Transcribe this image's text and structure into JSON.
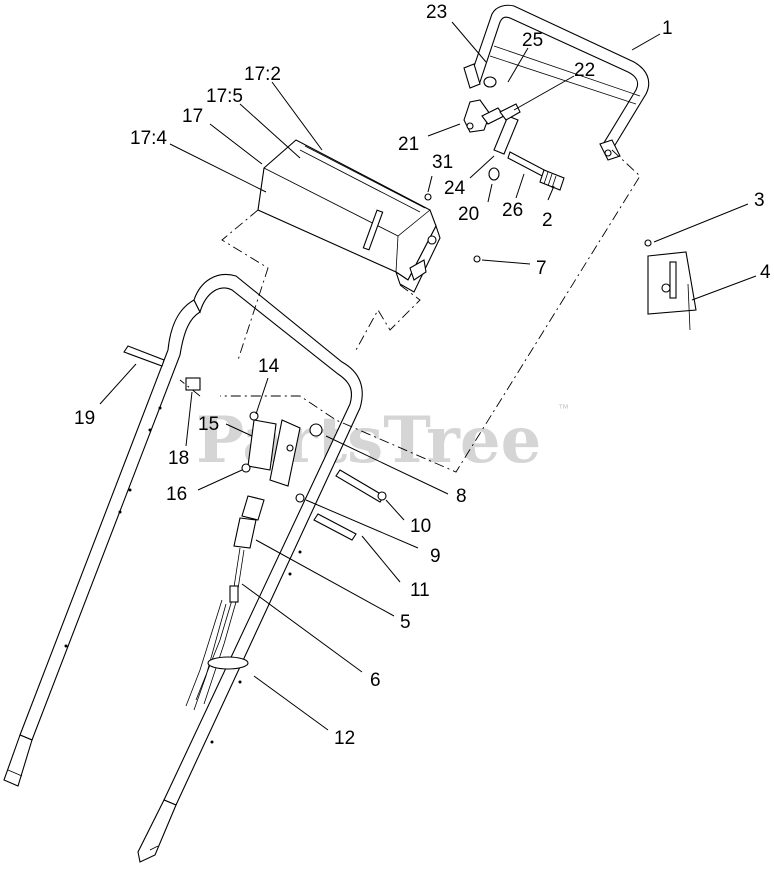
{
  "watermark": {
    "text": "PartsTree",
    "trademark": "™"
  },
  "callouts": [
    {
      "id": "c23",
      "label": "23"
    },
    {
      "id": "c25",
      "label": "25"
    },
    {
      "id": "c1",
      "label": "1"
    },
    {
      "id": "c22",
      "label": "22"
    },
    {
      "id": "c17-2",
      "label": "17:2"
    },
    {
      "id": "c17-5",
      "label": "17:5"
    },
    {
      "id": "c17",
      "label": "17"
    },
    {
      "id": "c17-4",
      "label": "17:4"
    },
    {
      "id": "c21",
      "label": "21"
    },
    {
      "id": "c31",
      "label": "31"
    },
    {
      "id": "c24",
      "label": "24"
    },
    {
      "id": "c20",
      "label": "20"
    },
    {
      "id": "c26",
      "label": "26"
    },
    {
      "id": "c2",
      "label": "2"
    },
    {
      "id": "c3",
      "label": "3"
    },
    {
      "id": "c7",
      "label": "7"
    },
    {
      "id": "c4",
      "label": "4"
    },
    {
      "id": "c14",
      "label": "14"
    },
    {
      "id": "c19",
      "label": "19"
    },
    {
      "id": "c15",
      "label": "15"
    },
    {
      "id": "c18",
      "label": "18"
    },
    {
      "id": "c16",
      "label": "16"
    },
    {
      "id": "c8",
      "label": "8"
    },
    {
      "id": "c10",
      "label": "10"
    },
    {
      "id": "c9",
      "label": "9"
    },
    {
      "id": "c11",
      "label": "11"
    },
    {
      "id": "c5",
      "label": "5"
    },
    {
      "id": "c6",
      "label": "6"
    },
    {
      "id": "c12",
      "label": "12"
    }
  ]
}
